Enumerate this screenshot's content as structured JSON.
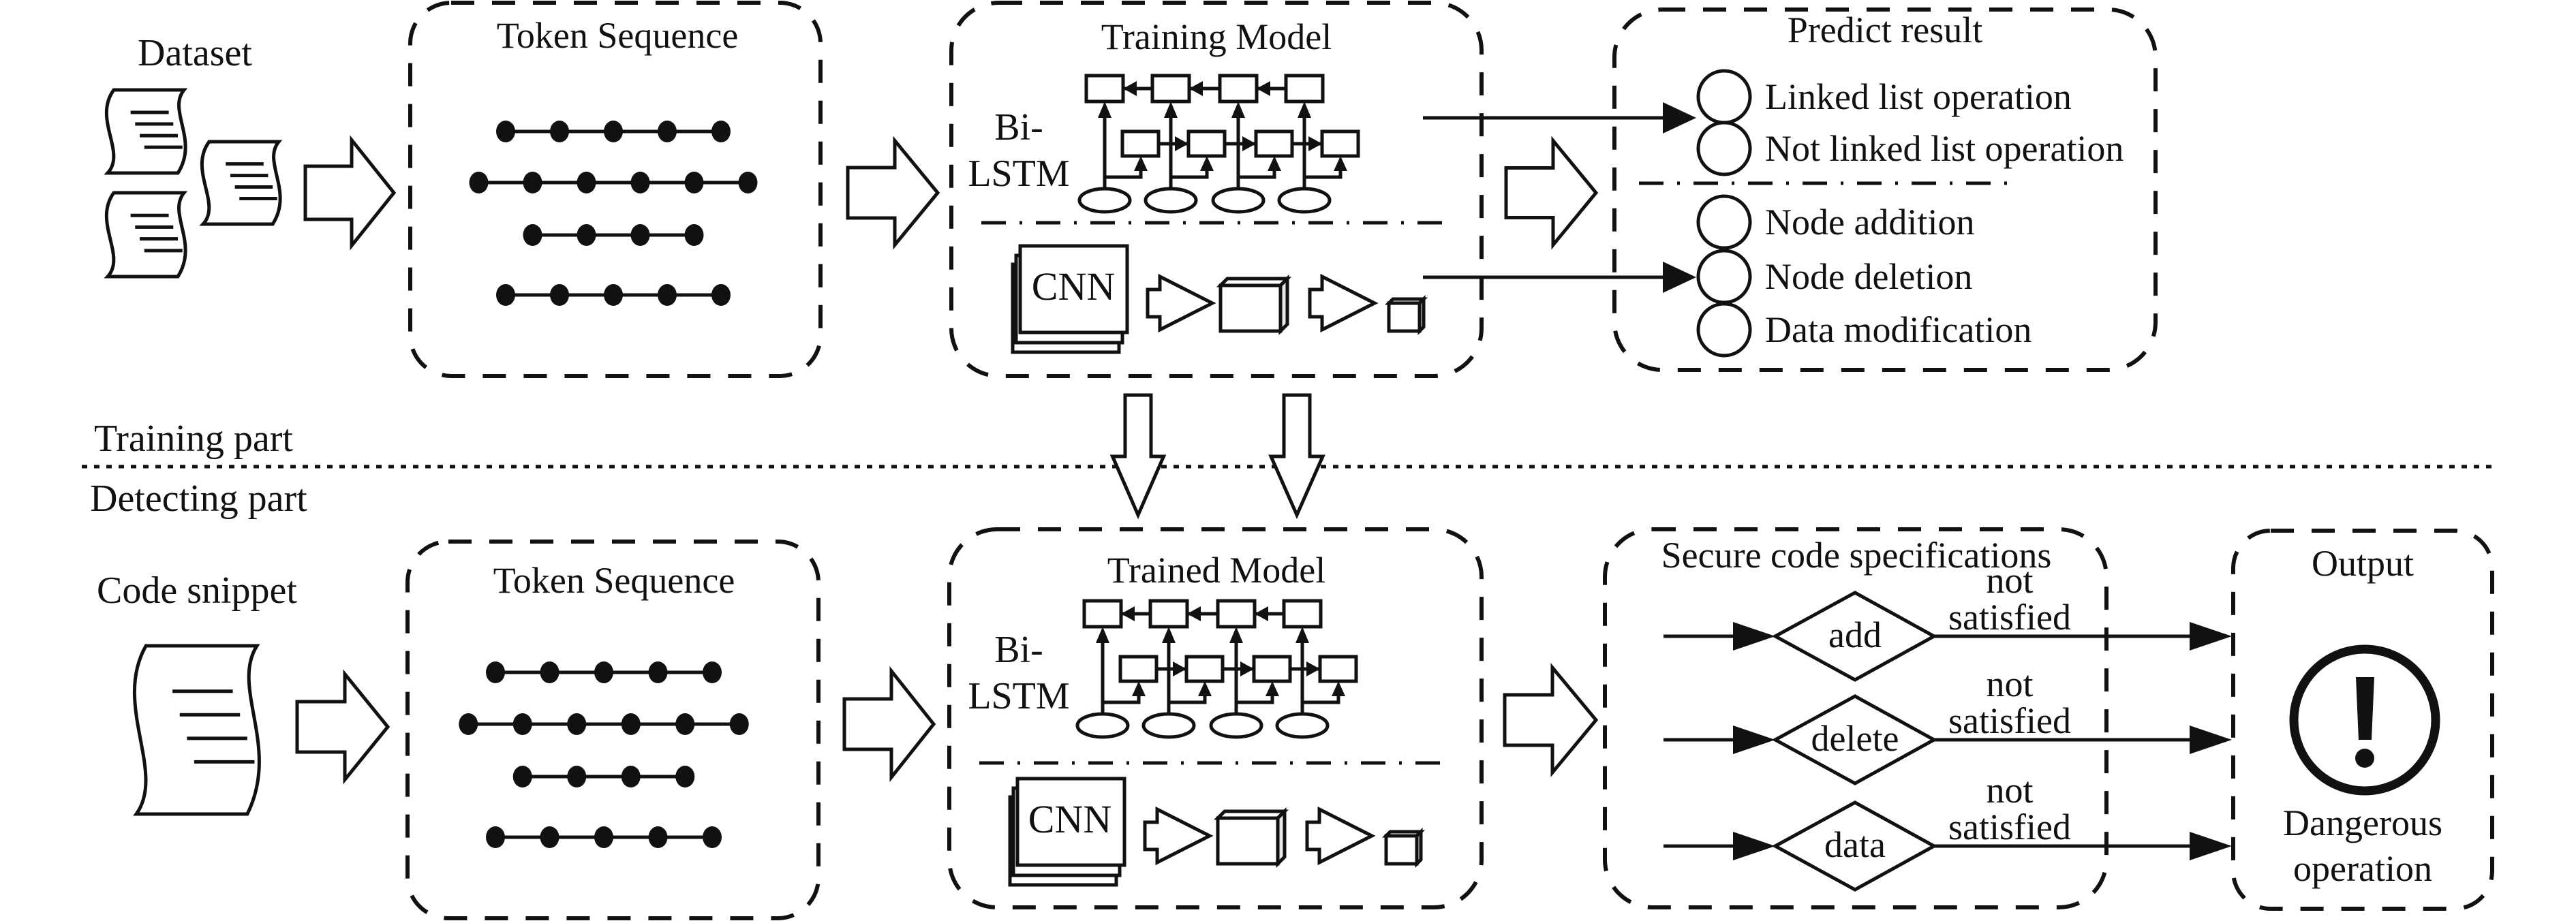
{
  "figure": {
    "training_section_label": "Training part",
    "detecting_section_label": "Detecting part"
  },
  "training": {
    "dataset_label": "Dataset",
    "token_box_title": "Token Sequence",
    "token_rows": [
      5,
      6,
      4,
      5
    ],
    "model_box_title": "Training Model",
    "bilstm_label_line1": "Bi-",
    "bilstm_label_line2": "LSTM",
    "cnn_label": "CNN",
    "predict_box_title": "Predict result",
    "predict_group_1": [
      "Linked list operation",
      "Not linked list operation"
    ],
    "predict_group_2": [
      "Node addition",
      "Node deletion",
      "Data modification"
    ]
  },
  "detecting": {
    "input_label": "Code snippet",
    "token_box_title": "Token Sequence",
    "token_rows": [
      5,
      6,
      4,
      5
    ],
    "model_box_title": "Trained Model",
    "bilstm_label_line1": "Bi-",
    "bilstm_label_line2": "LSTM",
    "cnn_label": "CNN",
    "spec_box_title": "Secure code specifications",
    "spec_checks": [
      {
        "label": "add",
        "result_line1": "not",
        "result_line2": "satisfied"
      },
      {
        "label": "delete",
        "result_line1": "not",
        "result_line2": "satisfied"
      },
      {
        "label": "data",
        "result_line1": "not",
        "result_line2": "satisfied"
      }
    ],
    "output_box_title": "Output",
    "output_icon": "warning-exclamation-icon",
    "output_line1": "Dangerous",
    "output_line2": "operation"
  }
}
